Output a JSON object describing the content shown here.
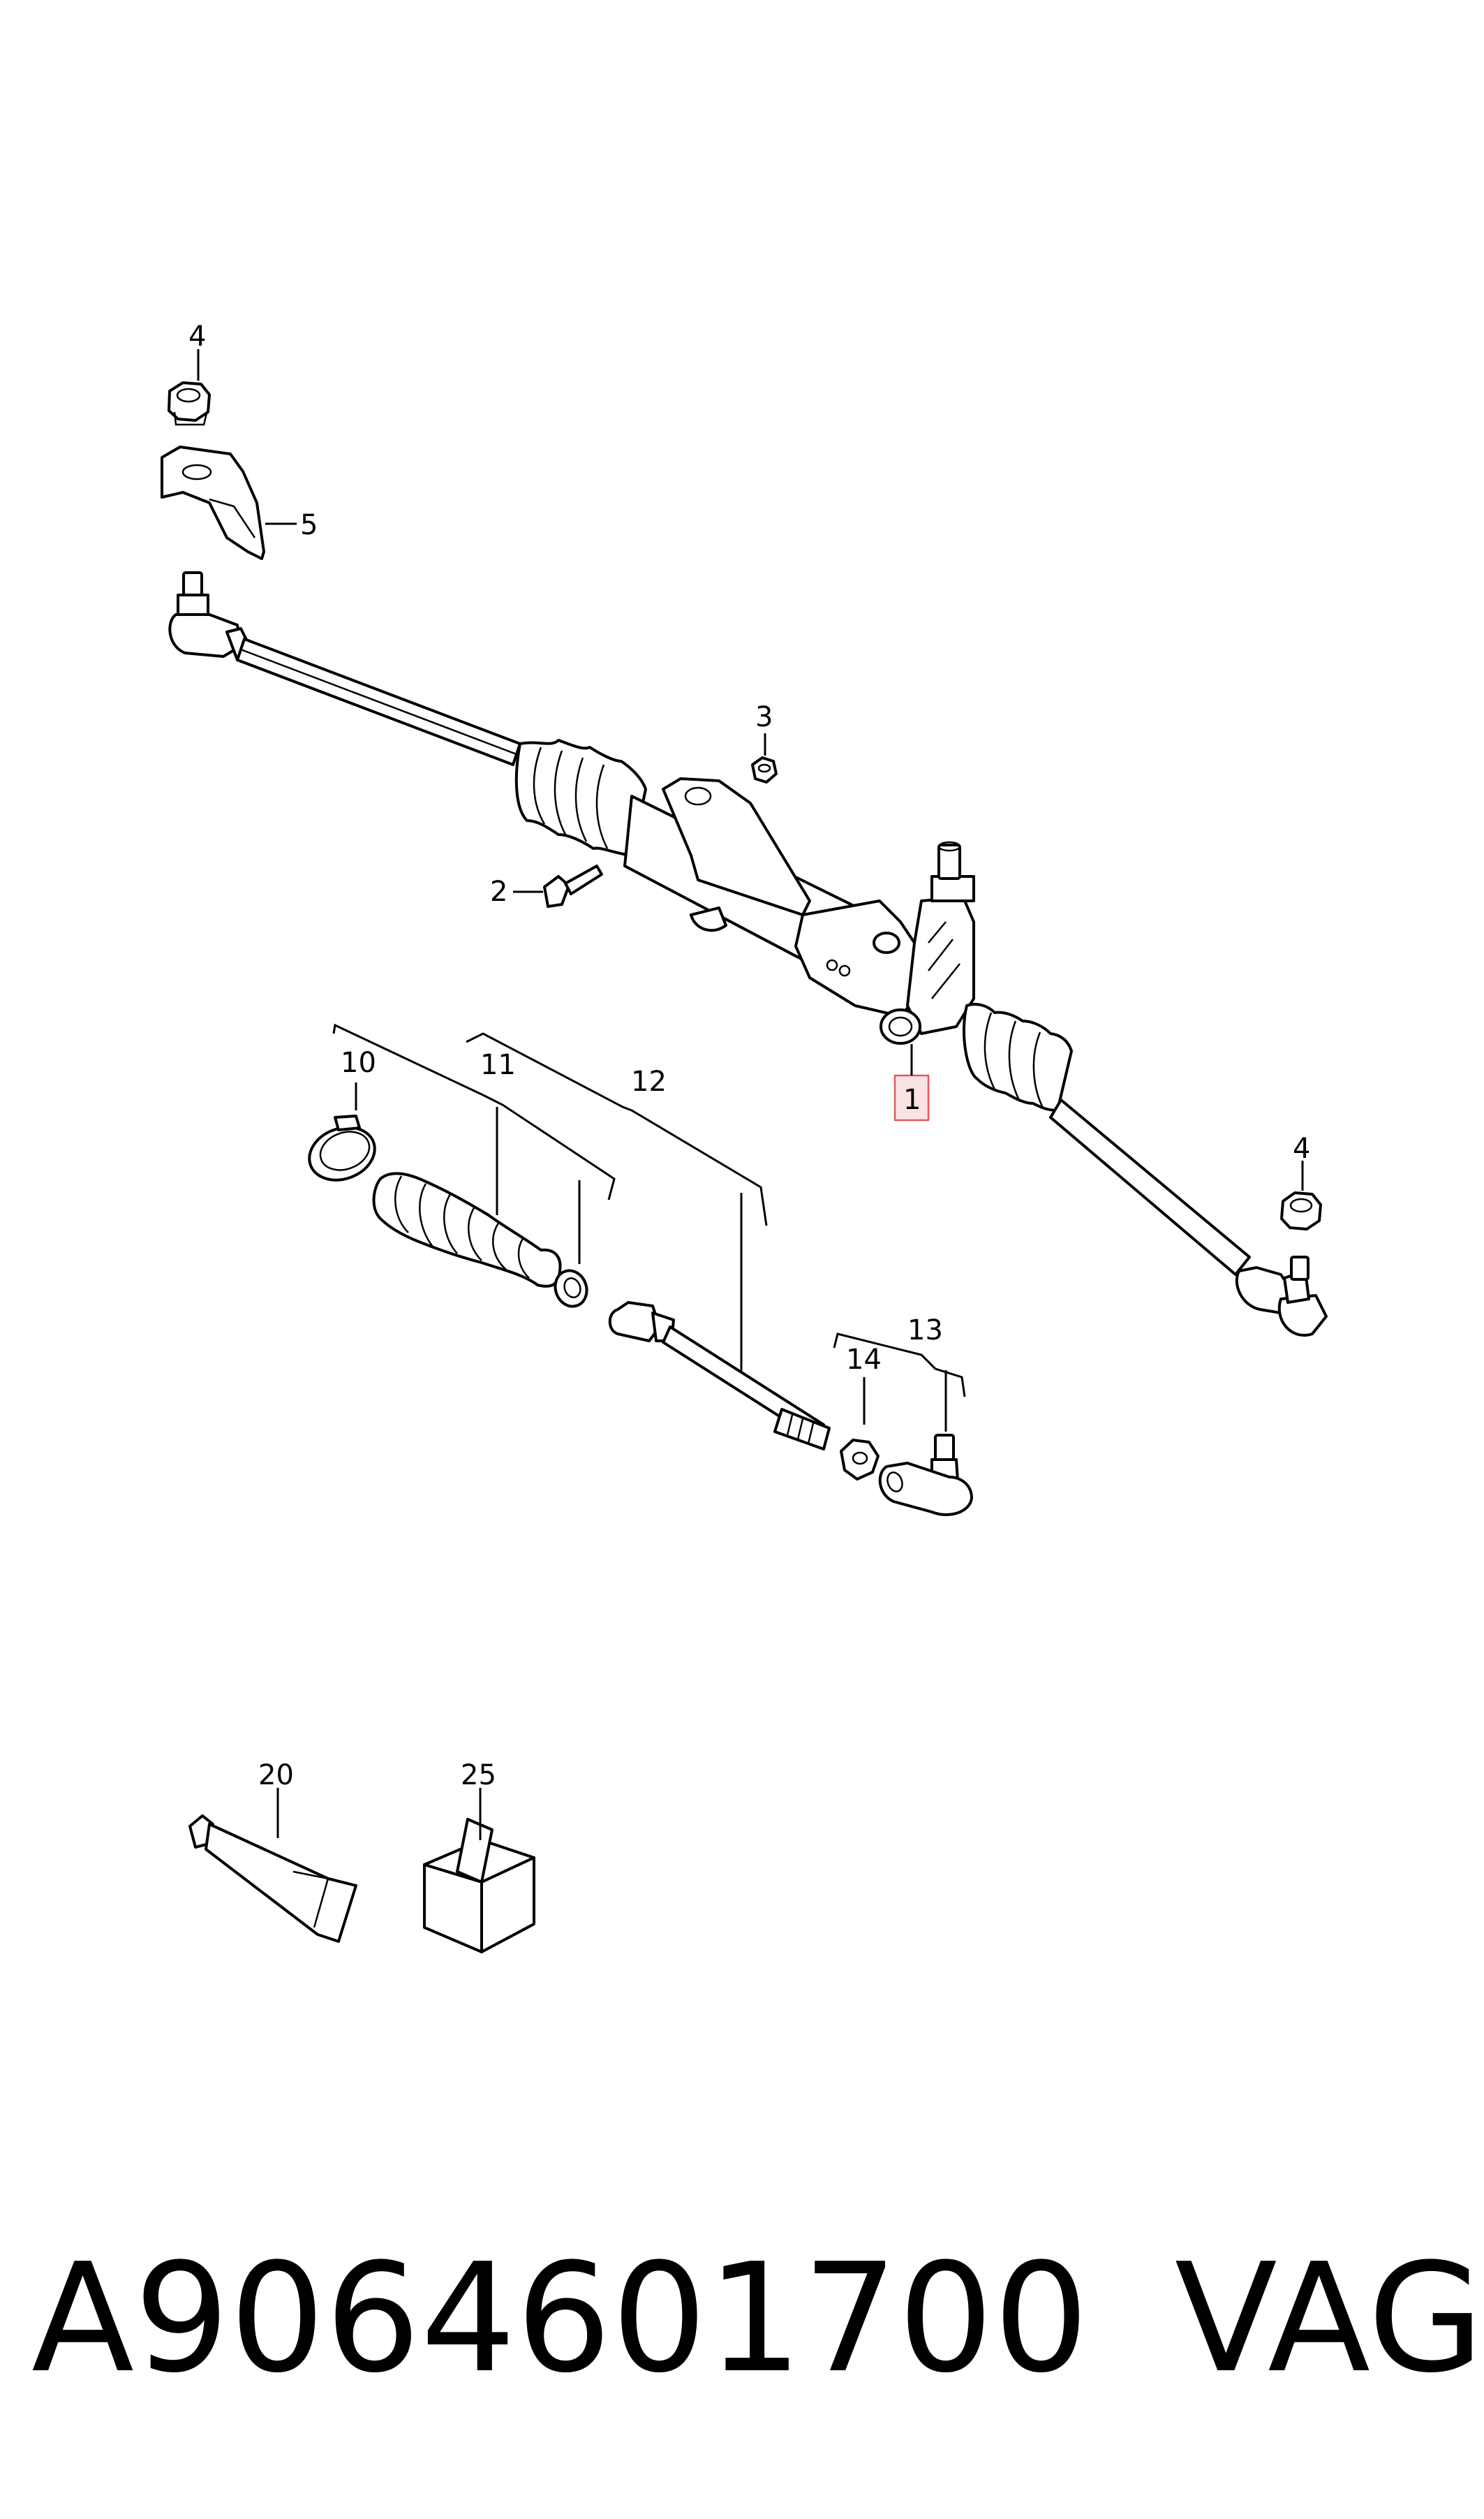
{
  "callouts": {
    "c1": "1",
    "c2": "2",
    "c3": "3",
    "c4a": "4",
    "c4b": "4",
    "c5": "5",
    "c10": "10",
    "c11": "11",
    "c12": "12",
    "c13": "13",
    "c14": "14",
    "c20": "20",
    "c25": "25"
  },
  "highlight_color": "#e05a5a",
  "footer": {
    "part_number": "A9064601700",
    "brand": "VAG"
  }
}
